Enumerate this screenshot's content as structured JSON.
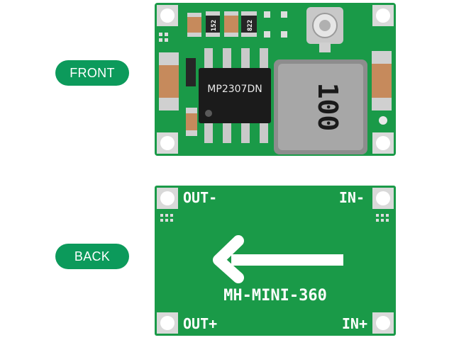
{
  "labels": {
    "front": "FRONT",
    "back": "BACK"
  },
  "front_board": {
    "chip_marking": "MP2307DN",
    "resistor_1": "152",
    "resistor_2": "822",
    "inductor_marking": "100"
  },
  "back_board": {
    "out_minus": "OUT-",
    "in_minus": "IN-",
    "out_plus": "OUT+",
    "in_plus": "IN+",
    "model": "MH-MINI-360"
  },
  "colors": {
    "label_pill": "#0c9a5b",
    "pcb_green": "#1a9a48",
    "pcb_dark": "#148a3f",
    "silkscreen": "#ffffff"
  }
}
